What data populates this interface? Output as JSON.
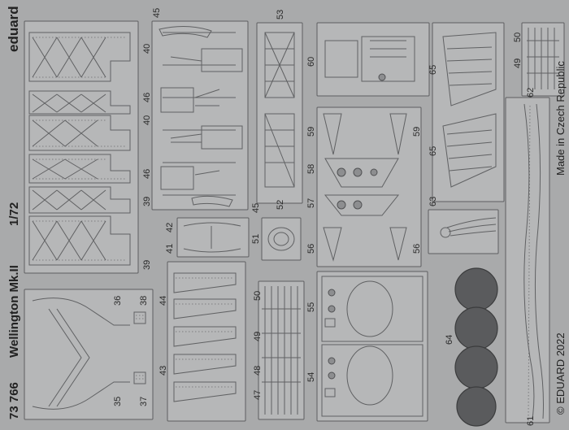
{
  "sheet": {
    "brand": "eduard",
    "product_number": "73 766",
    "title": "Wellington Mk.II",
    "scale": "1/72",
    "copyright": "© EDUARD 2022",
    "origin": "Made in Czech Republic"
  },
  "part_numbers": {
    "p35": "35",
    "p36": "36",
    "p37": "37",
    "p38": "38",
    "p39a": "39",
    "p39b": "39",
    "p40a": "40",
    "p40b": "40",
    "p41": "41",
    "p42": "42",
    "p43": "43",
    "p44": "44",
    "p45a": "45",
    "p45b": "45",
    "p46a": "46",
    "p46b": "46",
    "p47": "47",
    "p48": "48",
    "p49a": "49",
    "p49b": "49",
    "p50a": "50",
    "p50b": "50",
    "p51": "51",
    "p52": "52",
    "p53": "53",
    "p54": "54",
    "p55": "55",
    "p56a": "56",
    "p56b": "56",
    "p57": "57",
    "p58": "58",
    "p59a": "59",
    "p59b": "59",
    "p60": "60",
    "p61": "61",
    "p62": "62",
    "p63": "63",
    "p64": "64",
    "p65a": "65",
    "p65b": "65"
  }
}
